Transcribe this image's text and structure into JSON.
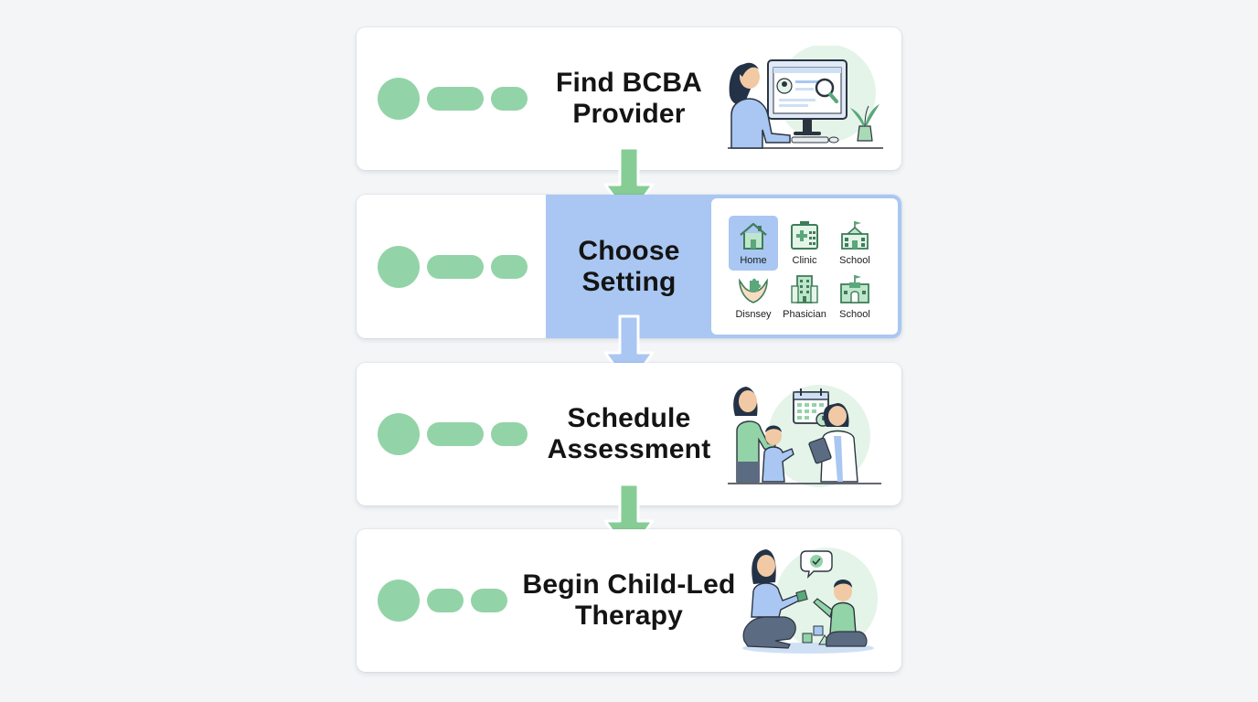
{
  "colors": {
    "background": "#f3f5f7",
    "card": "#ffffff",
    "accent_green": "#93d3a8",
    "arrow_green": "#86cd95",
    "highlight_blue": "#a9c7f2",
    "arrow_blue": "#a9c7f2",
    "icon_green": "#5aa77a",
    "text": "#141414"
  },
  "steps": [
    {
      "line1": "Find BCBA",
      "line2": "Provider",
      "illustration": "woman-at-computer-search"
    },
    {
      "line1": "Choose",
      "line2": "Setting",
      "illustration": "setting-options-panel",
      "highlighted": true
    },
    {
      "line1": "Schedule",
      "line2": "Assessment",
      "illustration": "parent-child-doctor-calendar"
    },
    {
      "line1": "Begin Child-Led",
      "line2": "Therapy",
      "illustration": "therapist-child-playing-blocks"
    }
  ],
  "settings": [
    {
      "label": "Home",
      "icon": "house-icon",
      "selected": true
    },
    {
      "label": "Clinic",
      "icon": "clinic-icon",
      "selected": false
    },
    {
      "label": "School",
      "icon": "school-icon",
      "selected": false
    },
    {
      "label": "Disnsey",
      "icon": "hands-puzzle-icon",
      "selected": false
    },
    {
      "label": "Phasician",
      "icon": "building-icon",
      "selected": false
    },
    {
      "label": "School",
      "icon": "school-building-icon",
      "selected": false
    }
  ],
  "arrows": [
    {
      "from": 1,
      "to": 2,
      "color": "green"
    },
    {
      "from": 2,
      "to": 3,
      "color": "blue"
    },
    {
      "from": 3,
      "to": 4,
      "color": "green"
    }
  ]
}
